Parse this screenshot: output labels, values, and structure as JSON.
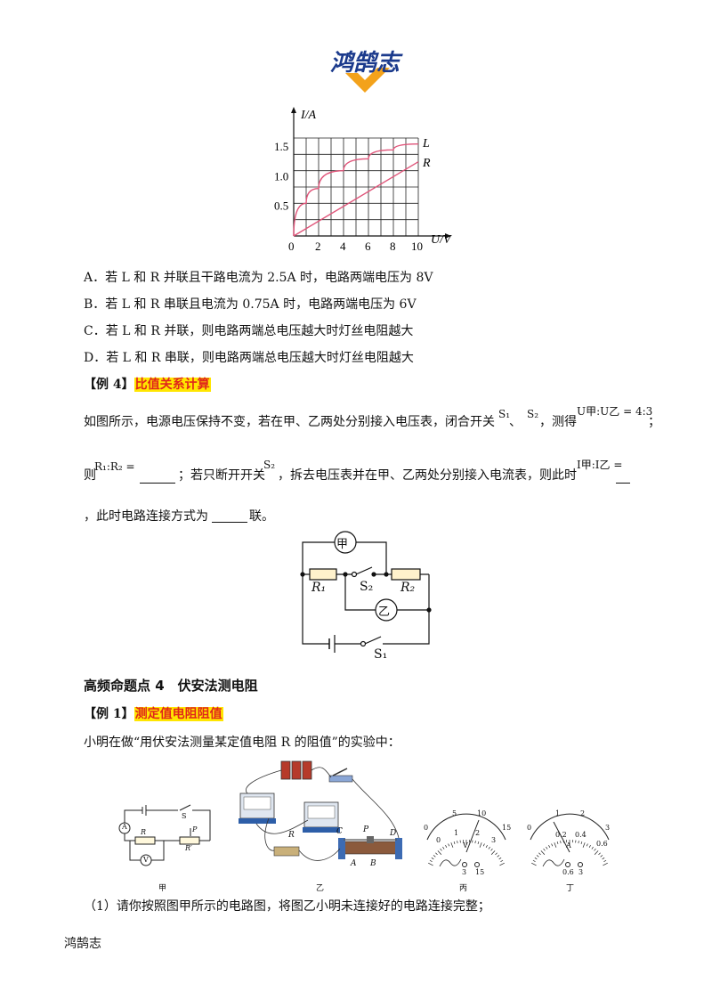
{
  "header": {
    "logo_text": "鸿鹄志"
  },
  "graph": {
    "y_label": "I/A",
    "x_label": "U/V",
    "x_ticks": [
      "0",
      "2",
      "4",
      "6",
      "8",
      "10"
    ],
    "y_ticks": [
      "0.5",
      "1.0",
      "1.5"
    ],
    "curve_L": "L",
    "curve_R": "R"
  },
  "chart_data": {
    "type": "line",
    "xlabel": "U/V",
    "ylabel": "I/A",
    "xlim": [
      0,
      10
    ],
    "ylim": [
      0,
      1.5
    ],
    "series": [
      {
        "name": "L",
        "x": [
          0,
          1,
          2,
          4,
          6,
          8,
          10
        ],
        "y": [
          0.0,
          0.55,
          0.8,
          1.1,
          1.3,
          1.45,
          1.55
        ]
      },
      {
        "name": "R",
        "x": [
          0,
          10
        ],
        "y": [
          0.0,
          1.25
        ]
      }
    ]
  },
  "options": [
    "A．若 L 和 R 并联且干路电流为 2.5A 时，电路两端电压为 8V",
    "B．若 L 和 R 串联且电流为 0.75A 时，电路两端电压为 6V",
    "C．若 L 和 R 并联，则电路两端总电压越大时灯丝电阻越大",
    "D．若 L 和 R 串联，则电路两端总电压越大时灯丝电阻越大"
  ],
  "ex4": {
    "tag": "【例 4】",
    "title": "比值关系计算",
    "line1": "如图所示，电源电压保持不变，若在甲、乙两处分别接入电压表，闭合开关",
    "s1": "S₁",
    "sep": "、",
    "s2": "S₂",
    "cedei": "，测得",
    "ratio_u": "U甲:U乙 = 4:3",
    "semi": "；",
    "zei": "则",
    "ratio_r": "R₁:R₂ =",
    "line2b": "；若只断开开关",
    "s2b": "S₂",
    "line2c": "，拆去电压表并在甲、乙两处分别接入电流表，则此时",
    "ratio_i": "I甲:I乙 =",
    "line3": "，此时电路连接方式为",
    "line3_end": "联。"
  },
  "circuit1": {
    "jia": "甲",
    "yi": "乙",
    "r1": "R₁",
    "r2": "R₂",
    "s1": "S₁",
    "s2": "S₂"
  },
  "section": {
    "title": "高频命题点 4　伏安法测电阻"
  },
  "ex1": {
    "tag": "【例 1】",
    "title": "测定值电阻阻值",
    "intro": "小明在做“用伏安法测量某定值电阻 R 的阻值”的实验中："
  },
  "figures": {
    "cap_jia": "甲",
    "cap_yi": "乙",
    "cap_bing": "丙",
    "cap_ding": "丁",
    "v_scale": [
      "0",
      "5",
      "10",
      "15",
      "1",
      "2",
      "3"
    ],
    "v_unit": "V",
    "v_terms": [
      "3",
      "15"
    ],
    "a_scale": [
      "0",
      "1",
      "2",
      "3",
      "0.2",
      "0.4",
      "0.6"
    ],
    "a_unit": "A",
    "a_terms": [
      "0.6",
      "3"
    ],
    "labels": {
      "S": "S",
      "R": "R",
      "P": "P",
      "Rp": "R′",
      "A": "A",
      "V": "V",
      "C": "C",
      "D": "D",
      "Bb": "B",
      "Ab": "A"
    }
  },
  "q1": "（1）请你按照图甲所示的电路图，将图乙小明未连接好的电路连接完整；",
  "footer": {
    "text": "鸿鹄志"
  }
}
